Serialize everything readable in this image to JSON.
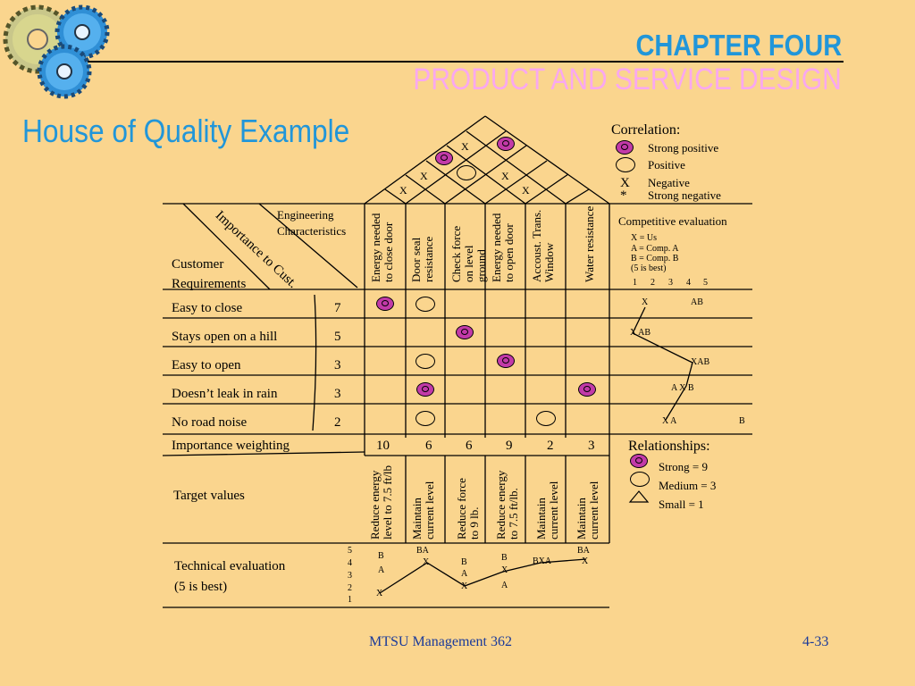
{
  "header": {
    "chapter": "CHAPTER FOUR",
    "subtitle": "PRODUCT AND SERVICE DESIGN",
    "title": "House of Quality Example"
  },
  "legend_correlation": {
    "title": "Correlation:",
    "strong_positive": "Strong positive",
    "positive": "Positive",
    "negative_symbol": "X",
    "negative": "Negative",
    "strong_negative_symbol": "*",
    "strong_negative": "Strong negative"
  },
  "competitive": {
    "title": "Competitive evaluation",
    "key_us": "X = Us",
    "key_a": "A = Comp. A",
    "key_b": "B = Comp. B",
    "key_best": "(5 is best)",
    "scale": [
      "1",
      "2",
      "3",
      "4",
      "5"
    ],
    "rows": [
      {
        "text1": "X",
        "text2": "AB"
      },
      {
        "text1": "X AB",
        "text2": ""
      },
      {
        "text1": "XAB",
        "text2": ""
      },
      {
        "text1": "A  X B",
        "text2": ""
      },
      {
        "text1": "X  A",
        "text2": "B"
      }
    ]
  },
  "matrix": {
    "engineering_label": "Engineering",
    "engineering_label2": "Characteristics",
    "importance_label": "Importance to Cust.",
    "customer_label": "Customer",
    "customer_label2": "Requirements",
    "characteristics": [
      "Energy needed\nto close door",
      "Door seal\nresistance",
      "Check force\non level\nground",
      "Energy needed\nto open door",
      "Accoust. Trans.\nWindow",
      "Water resistance"
    ],
    "requirements": [
      {
        "name": "Easy to close",
        "importance": "7"
      },
      {
        "name": "Stays open on a hill",
        "importance": "5"
      },
      {
        "name": "Easy to open",
        "importance": "3"
      },
      {
        "name": "Doesn’t leak in rain",
        "importance": "3"
      },
      {
        "name": "No road noise",
        "importance": "2"
      }
    ],
    "relationships": [
      {
        "row": 0,
        "col": 0,
        "type": "strong"
      },
      {
        "row": 0,
        "col": 1,
        "type": "medium"
      },
      {
        "row": 1,
        "col": 2,
        "type": "strong"
      },
      {
        "row": 2,
        "col": 1,
        "type": "medium"
      },
      {
        "row": 2,
        "col": 3,
        "type": "strong"
      },
      {
        "row": 3,
        "col": 1,
        "type": "strong"
      },
      {
        "row": 3,
        "col": 5,
        "type": "strong"
      },
      {
        "row": 4,
        "col": 1,
        "type": "medium"
      },
      {
        "row": 4,
        "col": 4,
        "type": "medium"
      }
    ],
    "weighting_label": "Importance weighting",
    "weights": [
      "10",
      "6",
      "6",
      "9",
      "2",
      "3"
    ],
    "target_label": "Target values",
    "targets": [
      "Reduce energy\nlevel to 7.5 ft/lb",
      "Maintain\ncurrent level",
      "Reduce force\nto 9 lb.",
      "Reduce energy\nto 7.5 ft/lb.",
      "Maintain\ncurrent level",
      "Maintain\ncurrent level"
    ],
    "tech_label": "Technical evaluation",
    "tech_label2": "(5 is best)",
    "tech_scale": [
      "5",
      "4",
      "3",
      "2",
      "1"
    ],
    "tech_marks": [
      "B",
      "A",
      "X",
      "BA",
      "X",
      "B",
      "A",
      "X",
      "B",
      "X",
      "A",
      "BXA",
      "BA",
      "X"
    ]
  },
  "roof": {
    "marks": [
      "X",
      "X",
      "X",
      "X",
      "X"
    ]
  },
  "legend_relationships": {
    "title": "Relationships:",
    "strong": "Strong = 9",
    "medium": "Medium = 3",
    "small": "Small = 1"
  },
  "footer": {
    "course": "MTSU Management 362",
    "page": "4-33"
  },
  "colors": {
    "background": "#fad58e",
    "title_blue": "#2196d9",
    "subtitle_pink": "#f9a8f0",
    "strong_fill": "#c23aa8"
  }
}
